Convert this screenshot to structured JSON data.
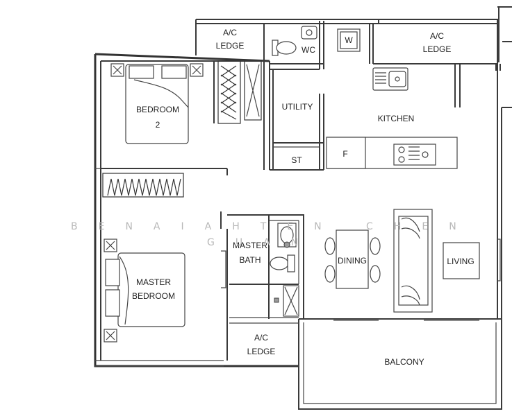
{
  "rooms": {
    "ac_ledge_top_left": [
      "A/C",
      "LEDGE"
    ],
    "wc": "WC",
    "w": "W",
    "ac_ledge_top_right": [
      "A/C",
      "LEDGE"
    ],
    "bedroom2": [
      "BEDROOM",
      "2"
    ],
    "utility": "UTILITY",
    "kitchen": "KITCHEN",
    "st": "ST",
    "f": "F",
    "master_bath": [
      "MASTER",
      "BATH"
    ],
    "dining": "DINING",
    "living": "LIVING",
    "master_bedroom": [
      "MASTER",
      "BEDROOM"
    ],
    "ac_ledge_bottom": [
      "A/C",
      "LEDGE"
    ],
    "balcony": "BALCONY"
  },
  "watermark": {
    "line1": "BENAIAHTEN CHEN",
    "line2": "GUAN"
  },
  "colors": {
    "wall": "#3a3a3a",
    "fixture_grey": "#9a9a9a",
    "watermark": "#b8b8b8"
  }
}
